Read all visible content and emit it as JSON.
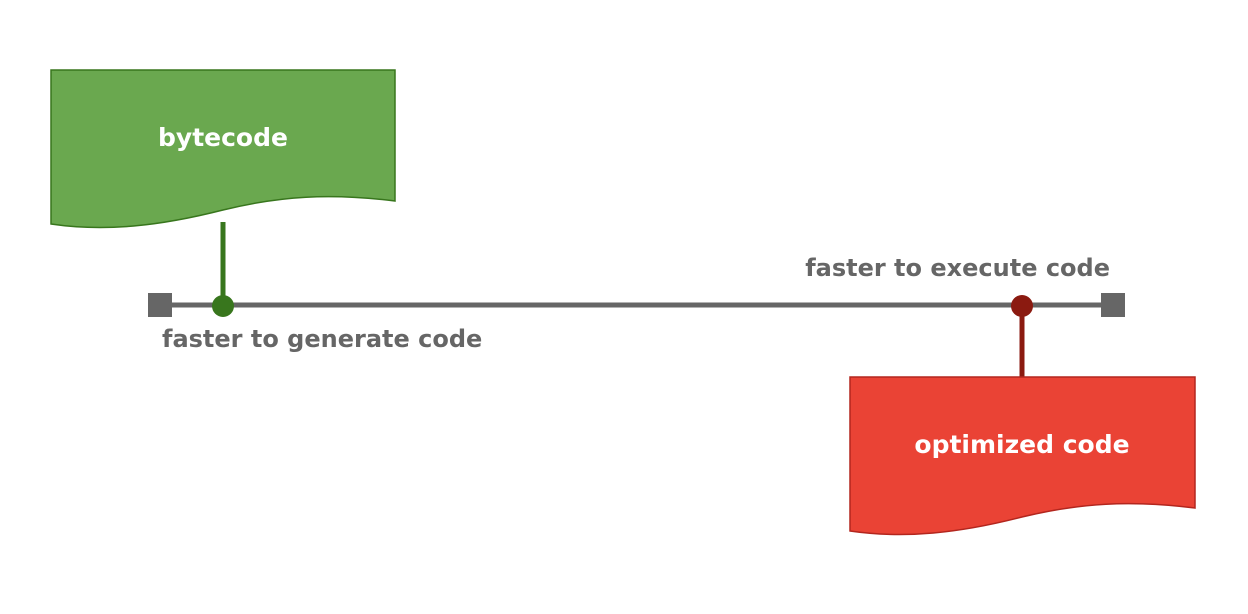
{
  "doc_labels": {
    "left_doc": "bytecode",
    "right_doc": "optimized code"
  },
  "axis_labels": {
    "left": "faster to generate code",
    "right": "faster to execute code"
  },
  "colors": {
    "axis": "#666666",
    "left_doc_fill": "#6aa84f",
    "left_doc_stroke": "#38761d",
    "left_marker": "#38761d",
    "right_doc_fill": "#ea4335",
    "right_doc_stroke": "#b3261e",
    "right_marker": "#8b1a10",
    "doc_text": "#ffffff",
    "axis_text": "#666666"
  }
}
